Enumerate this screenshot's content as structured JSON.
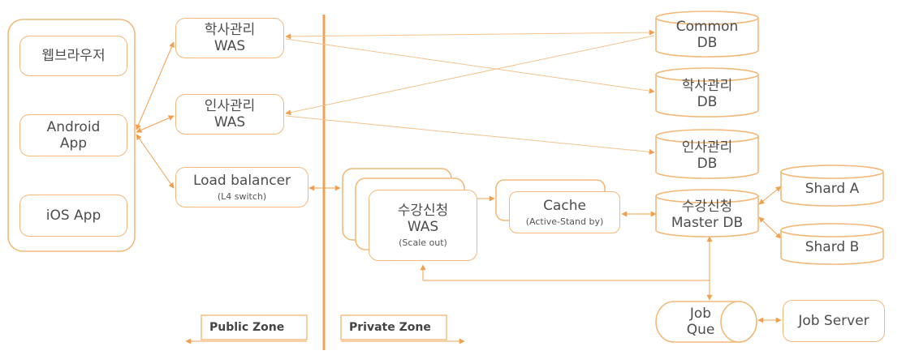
{
  "clients": {
    "browser": "웹브라우저",
    "android": "Android App",
    "ios": "iOS App"
  },
  "was": {
    "academic": {
      "name": "학사관리",
      "type": "WAS"
    },
    "hr": {
      "name": "인사관리",
      "type": "WAS"
    }
  },
  "load_balancer": {
    "title": "Load balancer",
    "subtitle": "(L4 switch)"
  },
  "enroll_was": {
    "name": "수강신청",
    "type": "WAS",
    "note": "(Scale out)"
  },
  "cache": {
    "title": "Cache",
    "subtitle": "(Active-Stand by)"
  },
  "databases": {
    "common": {
      "name": "Common",
      "suffix": "DB"
    },
    "academic": {
      "name": "학사관리",
      "suffix": "DB"
    },
    "hr": {
      "name": "인사관리",
      "suffix": "DB"
    },
    "master": {
      "name": "수강신청",
      "suffix": "Master DB"
    },
    "shard_a": "Shard A",
    "shard_b": "Shard B"
  },
  "job_queue": {
    "line1": "Job",
    "line2": "Que"
  },
  "job_server": "Job Server",
  "zones": {
    "public": "Public Zone",
    "private": "Private Zone"
  },
  "colors": {
    "accent": "#f0a050",
    "border": "#f2b97a",
    "divider": "#f0a050"
  }
}
